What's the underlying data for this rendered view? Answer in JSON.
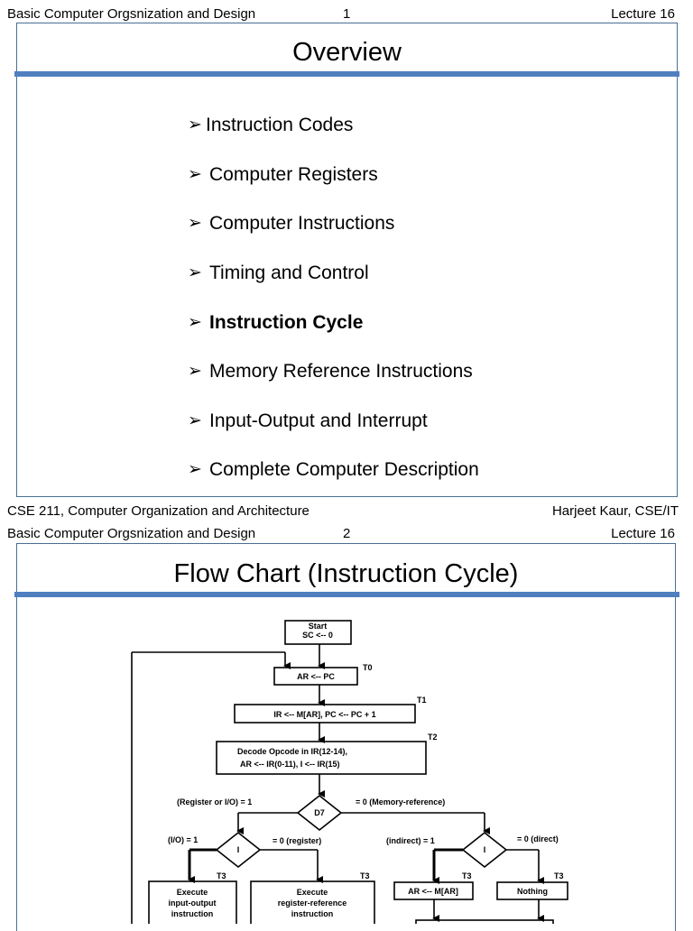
{
  "page1": {
    "header_left": "Basic Computer Orgsnization and Design",
    "header_num": "1",
    "header_right": "Lecture 16",
    "title": "Overview",
    "items": [
      {
        "label": "Instruction Codes"
      },
      {
        "label": "Computer Registers"
      },
      {
        "label": "Computer Instructions"
      },
      {
        "label": "Timing and Control"
      },
      {
        "label": "Instruction Cycle"
      },
      {
        "label": "Memory Reference Instructions"
      },
      {
        "label": "Input-Output and Interrupt"
      },
      {
        "label": "Complete Computer Description"
      }
    ],
    "footer_left": "CSE 211, Computer Organization and Architecture",
    "footer_right": "Harjeet Kaur, CSE/IT"
  },
  "page2": {
    "header_left": "Basic Computer Orgsnization and Design",
    "header_num": "2",
    "header_right": "Lecture 16",
    "title": "Flow Chart (Instruction Cycle)",
    "flow": {
      "start_line1": "Start",
      "start_line2": "SC <-- 0",
      "t0_box": "AR  <--  PC",
      "t0": "T0",
      "t1_box": "IR  <--   M[AR],    PC  <--  PC + 1",
      "t1": "T1",
      "decode_line1": "Decode Opcode in IR(12-14),",
      "decode_line2": "AR  <--  IR(0-11),        I <--  IR(15)",
      "t2": "T2",
      "d7": "D7",
      "d7_left": "(Register or I/O) = 1",
      "d7_right": "= 0 (Memory-reference)",
      "i_left": "I",
      "i_left_left": "(I/O) = 1",
      "i_left_right": "= 0 (register)",
      "i_right": "I",
      "i_right_left": "(indirect) = 1",
      "i_right_right": "= 0 (direct)",
      "t3": "T3",
      "exec_io_1": "Execute",
      "exec_io_2": "input-output",
      "exec_io_3": "instruction",
      "exec_reg_1": "Execute",
      "exec_reg_2": "register-reference",
      "exec_reg_3": "instruction",
      "indirect_box": "AR  <--  M[AR]",
      "nothing_box": "Nothing"
    }
  },
  "colors": {
    "frame": "#4a6f93",
    "rule": "#4f7fbf"
  }
}
